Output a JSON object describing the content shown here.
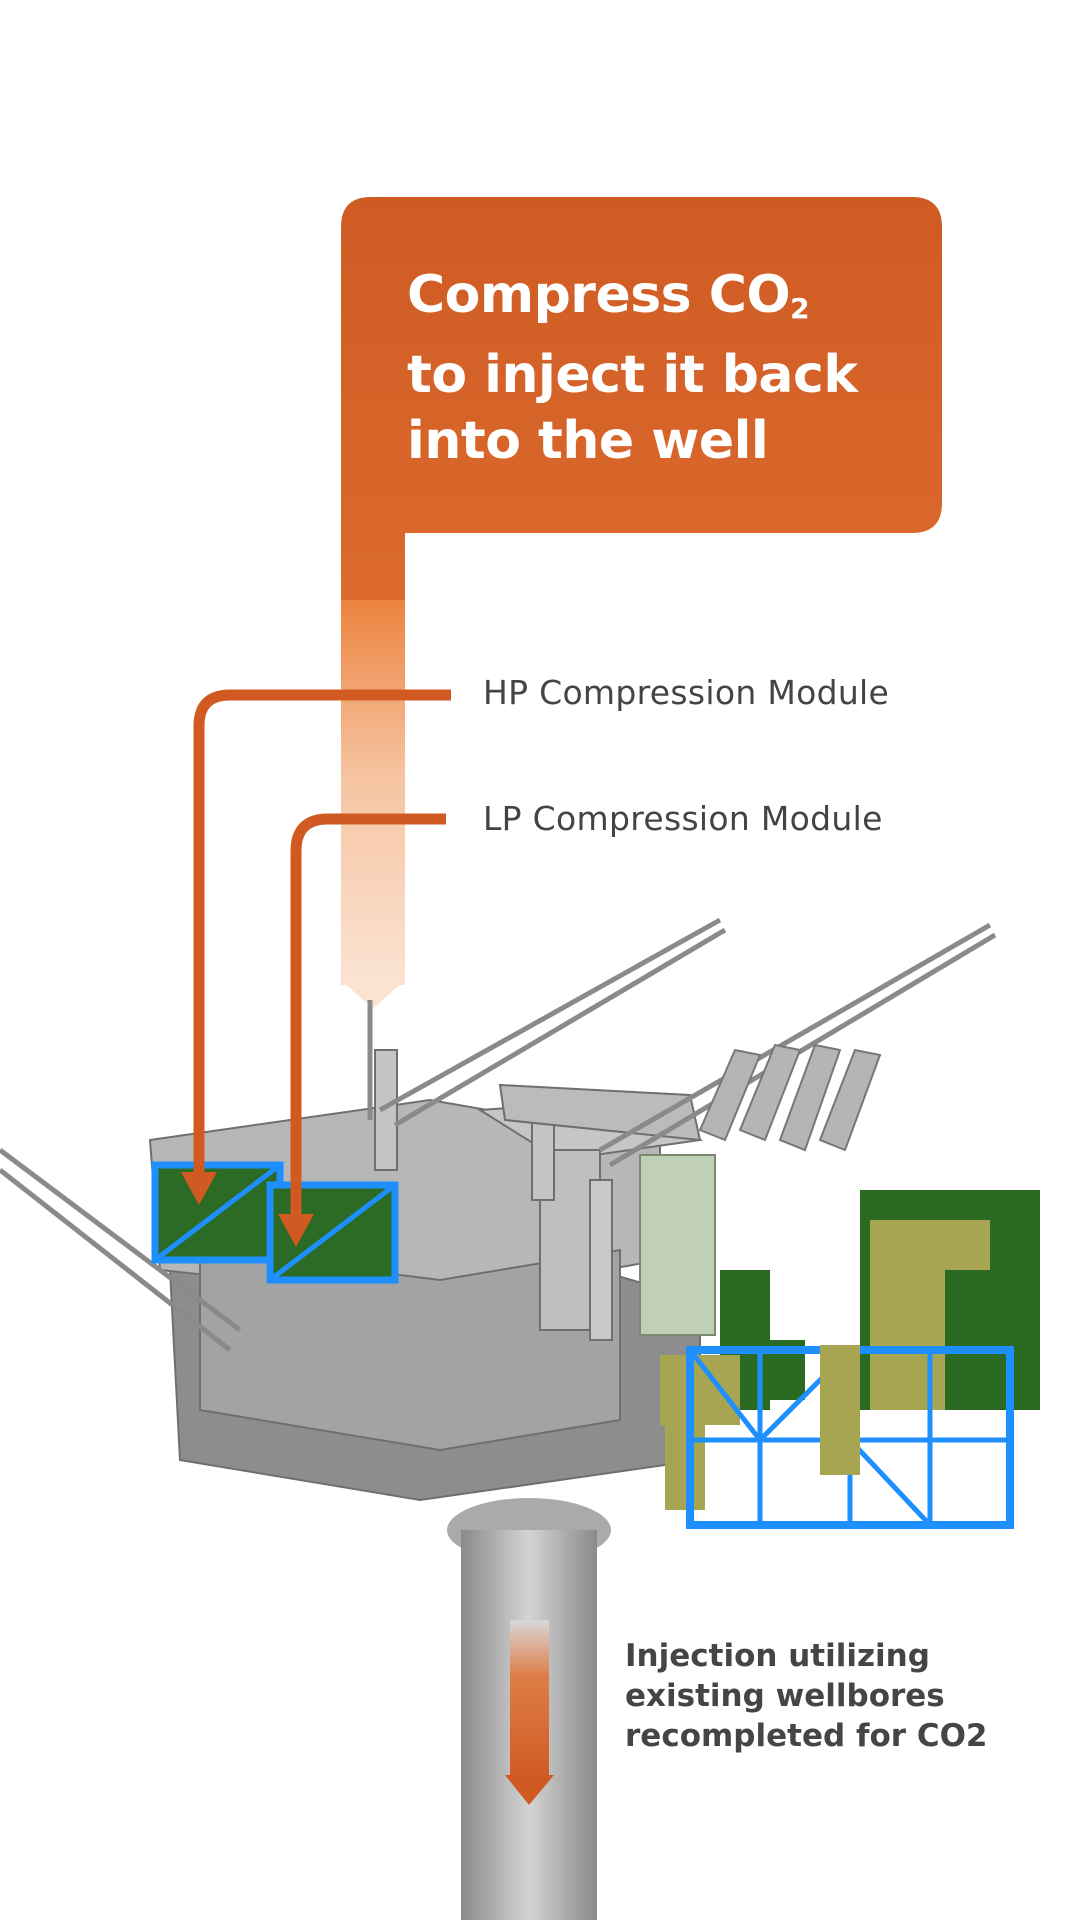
{
  "headline": {
    "line1": "Compress CO",
    "subscript": "2",
    "line2": "to inject it back",
    "line3": "into the well"
  },
  "labels": {
    "hp": "HP Compression Module",
    "lp": "LP Compression Module"
  },
  "footer": {
    "line1": "Injection utilizing",
    "line2": "existing wellbores",
    "line3": "recompleted for CO2"
  },
  "colors": {
    "orange_top": "#cf5b24",
    "orange_bottom": "#e97a35",
    "module_blue": "#1e8fff",
    "module_green": "#2a6a22",
    "module_khaki": "#a8a552",
    "steel": "#9a9a9a"
  }
}
